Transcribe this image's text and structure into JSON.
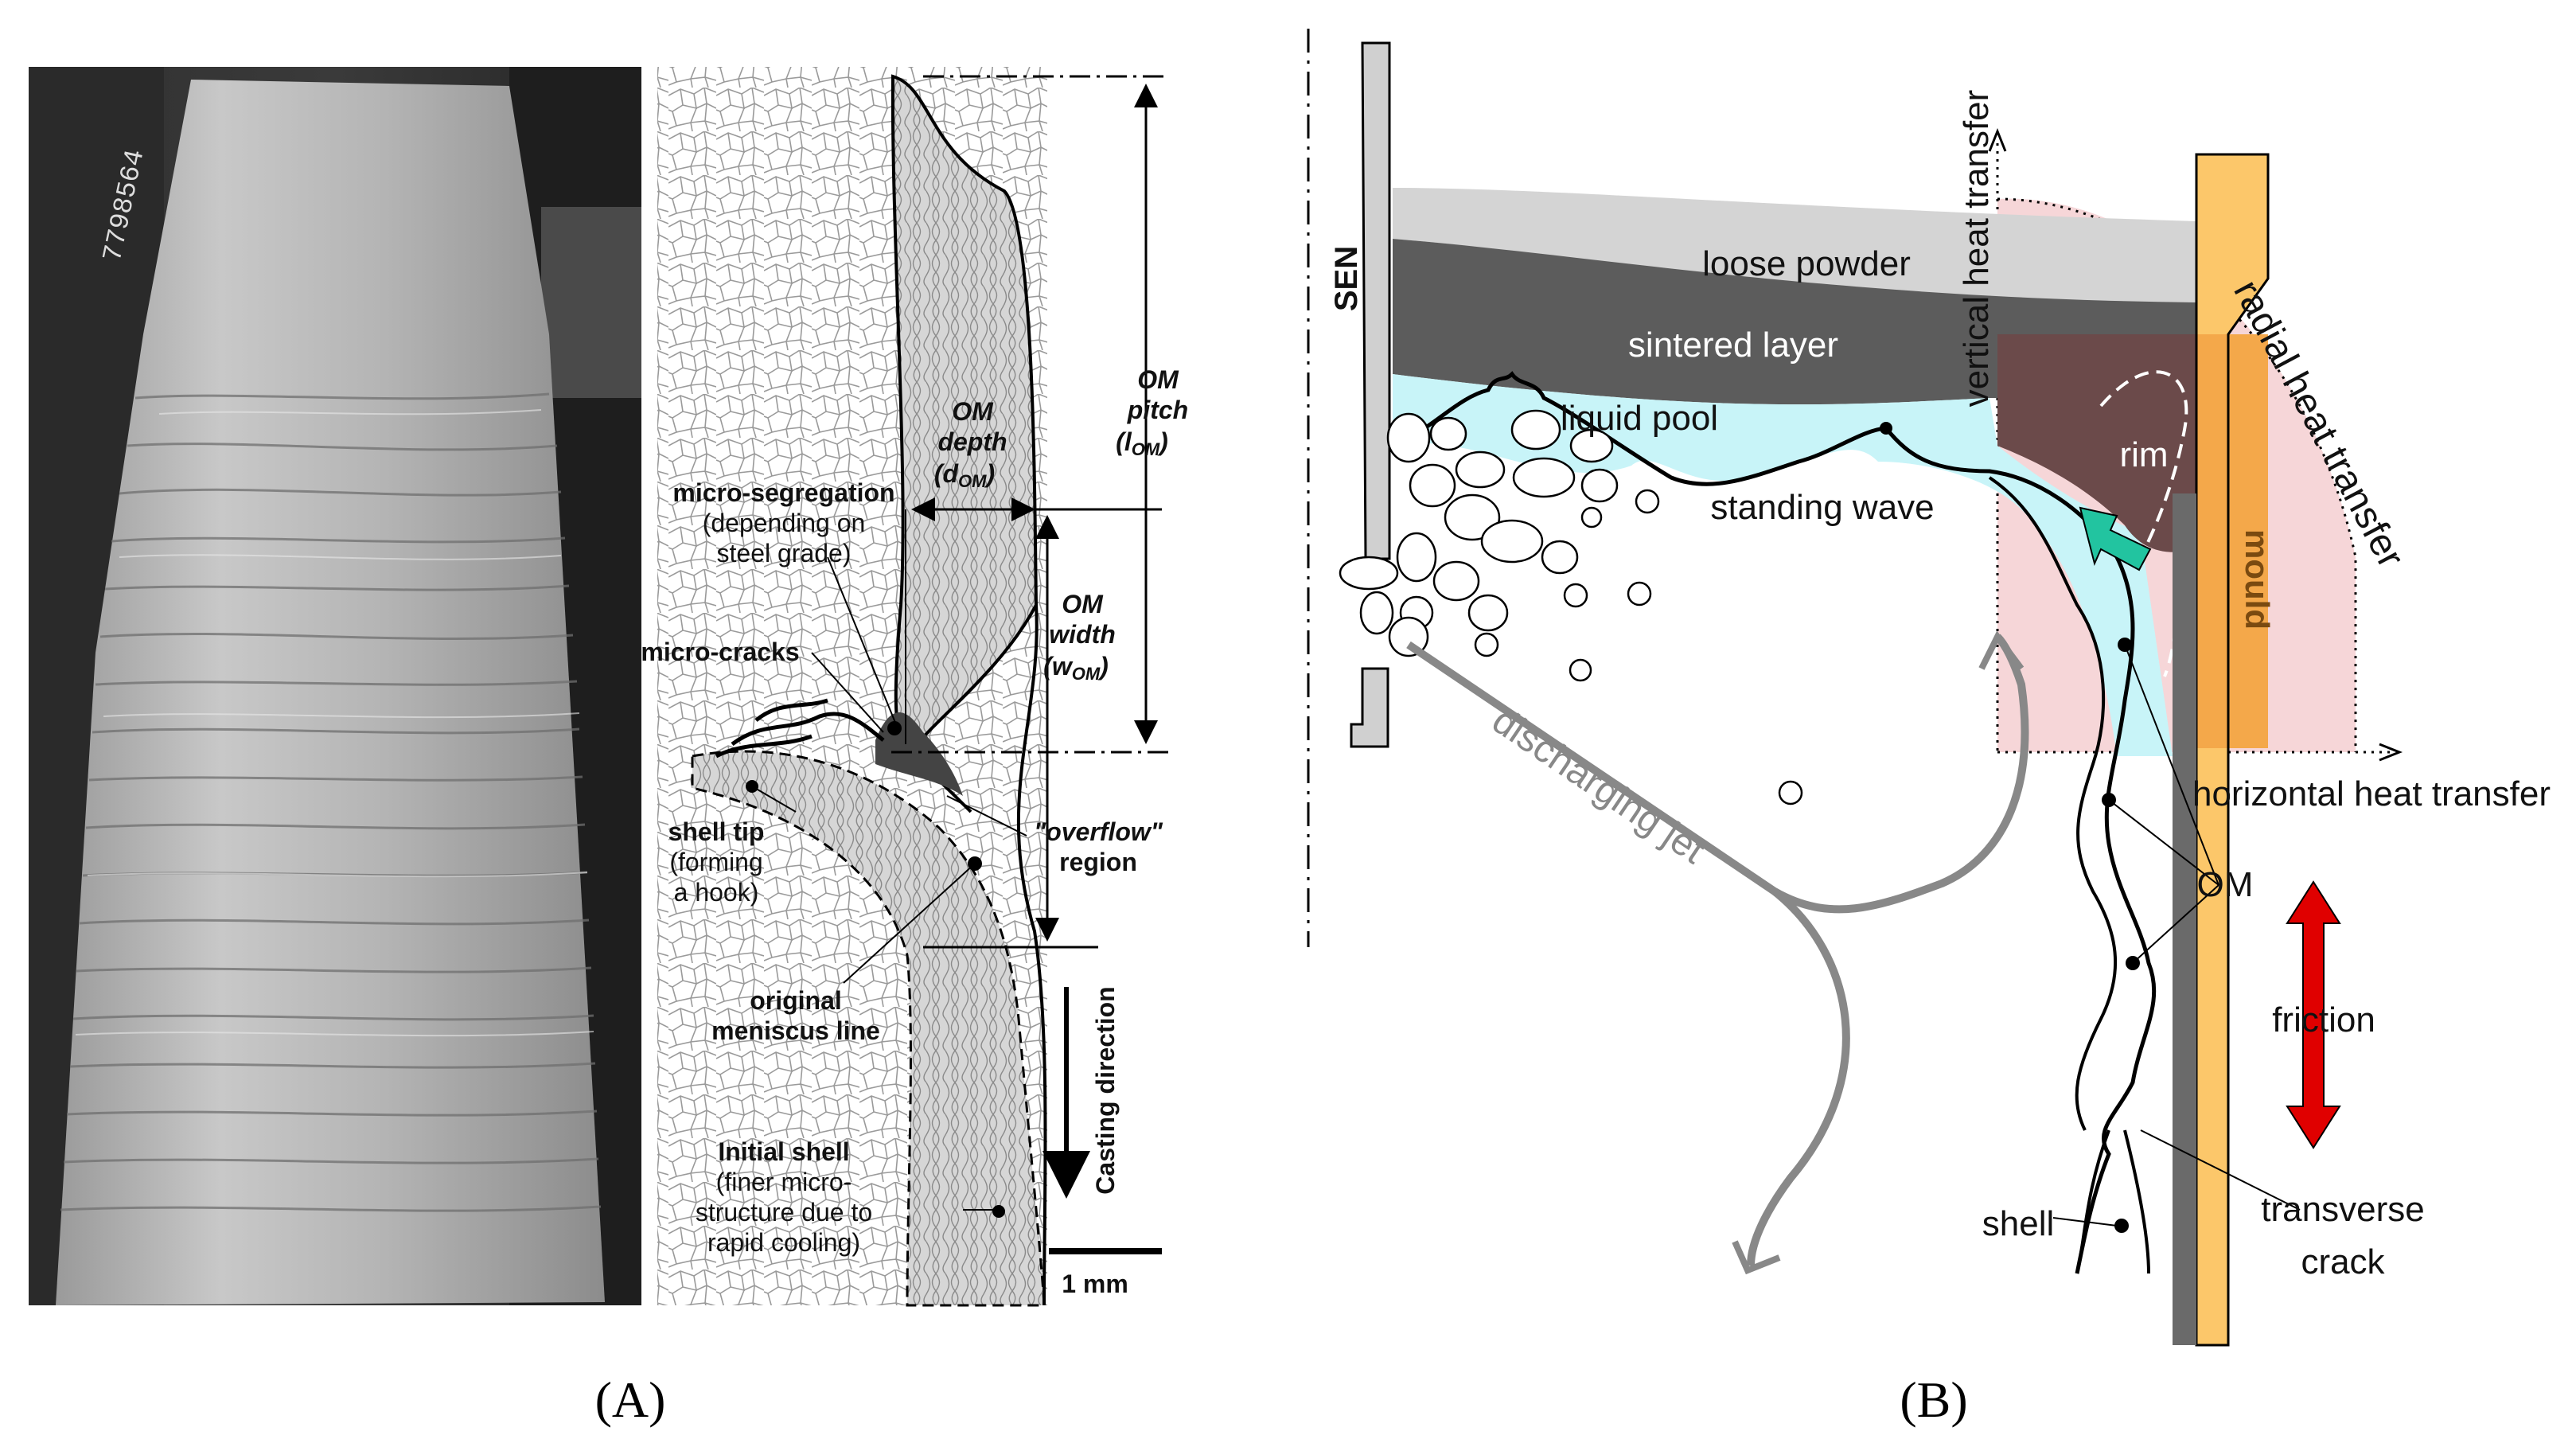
{
  "panel_a": {
    "caption": "(A)",
    "photo_sample_id": "7798564",
    "labels": {
      "om_pitch_1": "OM",
      "om_pitch_2": "pitch",
      "om_pitch_3": "(l",
      "om_pitch_sub": "OM",
      "om_pitch_4": ")",
      "om_depth_1": "OM",
      "om_depth_2": "depth",
      "om_depth_3": "(d",
      "om_depth_sub": "OM",
      "om_depth_4": ")",
      "om_width_1": "OM",
      "om_width_2": "width",
      "om_width_3": "(w",
      "om_width_sub": "OM",
      "om_width_4": ")",
      "micro_segregation_1": "micro-segregation",
      "micro_segregation_2": "(depending on",
      "micro_segregation_3": "steel grade)",
      "micro_cracks": "micro-cracks",
      "overflow_1": "\"overflow\"",
      "overflow_2": "region",
      "shell_tip_1": "shell tip",
      "shell_tip_2": "(forming",
      "shell_tip_3": "a hook)",
      "original_meniscus_1": "original",
      "original_meniscus_2": "meniscus line",
      "initial_shell_1": "Initial shell",
      "initial_shell_2": "(finer micro-",
      "initial_shell_3": "structure due to",
      "initial_shell_4": "rapid cooling)",
      "casting_direction": "Casting direction",
      "scale_bar": "1 mm"
    }
  },
  "panel_b": {
    "caption": "(B)",
    "labels": {
      "sen": "SEN",
      "loose_powder": "loose powder",
      "sintered_layer": "sintered layer",
      "liquid_pool": "liquid pool",
      "standing_wave": "standing wave",
      "vertical_heat_transfer": "vertical heat transfer",
      "radial_heat_transfer": "radial heat transfer",
      "horizontal_heat_transfer": "horizontal heat transfer",
      "rim": "rim",
      "mould": "mould",
      "discharging_jet": "discharging jet",
      "om": "OM",
      "friction": "friction",
      "shell": "shell",
      "transverse_crack_1": "transverse",
      "transverse_crack_2": "crack"
    },
    "colors": {
      "loose_powder": "#d4d4d4",
      "sintered_layer": "#5c5c5c",
      "liquid_pool": "#c8f4f8",
      "rim": "#6b4a4a",
      "mould": "#fcc76a",
      "mould_inner": "#f4a84a",
      "heat_zone": "#f6d6d8",
      "friction_arrow": "#e00000",
      "flux_arrow": "#22c4a0",
      "jet": "#888888"
    }
  }
}
